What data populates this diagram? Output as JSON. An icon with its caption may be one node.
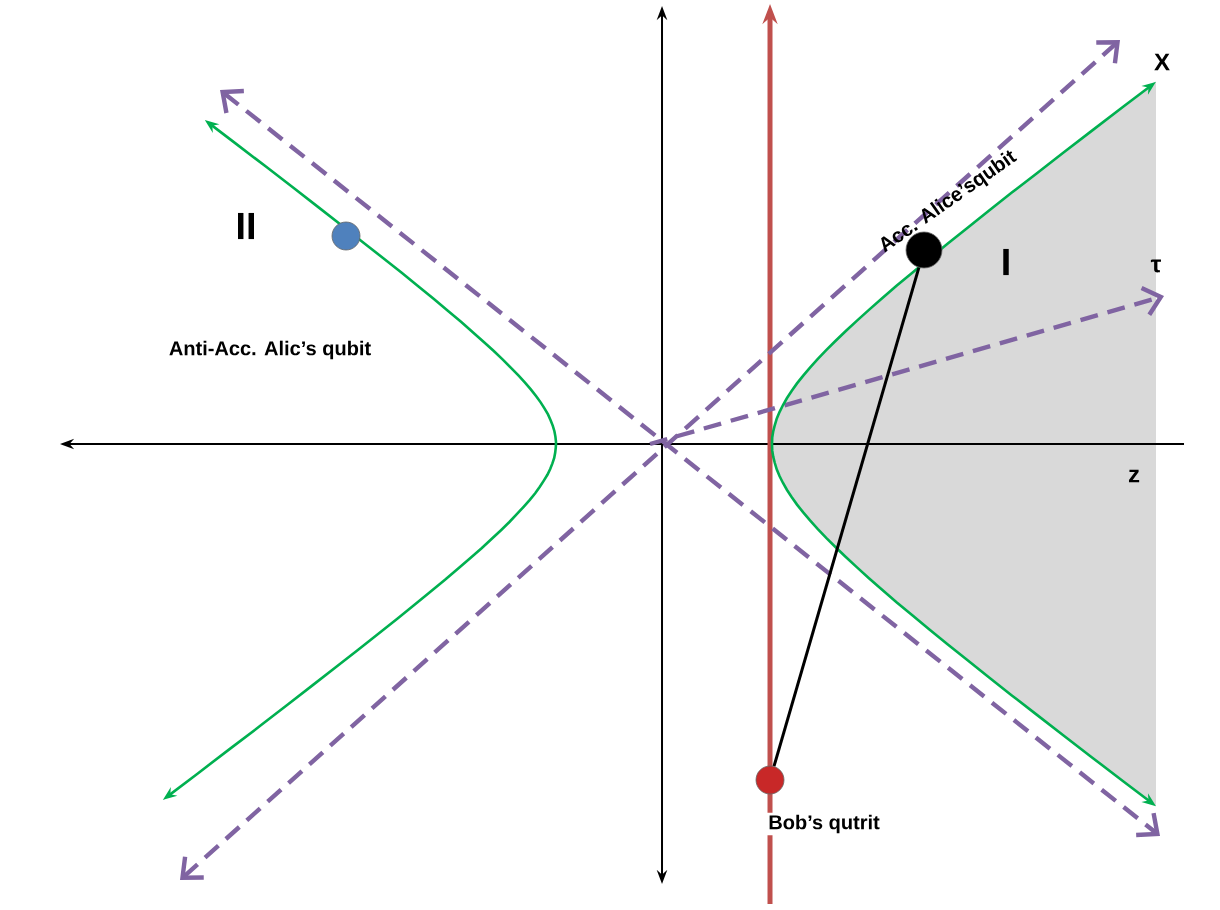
{
  "diagram": {
    "nodes": [
      {
        "text": [],
        "shape": "circle",
        "beside": [
          "Acc. Alice’squbit"
        ]
      },
      {
        "text": [],
        "shape": "circle"
      },
      {
        "text": [],
        "shape": "circle",
        "beside": [
          "Bob’s qutrit"
        ]
      }
    ],
    "edges": [
      {
        "from": 0,
        "to": 2,
        "arrow": "none"
      }
    ],
    "labels": [
      "X",
      "II",
      "I",
      "τ",
      "Anti-Acc. Alic’s qubit",
      "z"
    ]
  }
}
